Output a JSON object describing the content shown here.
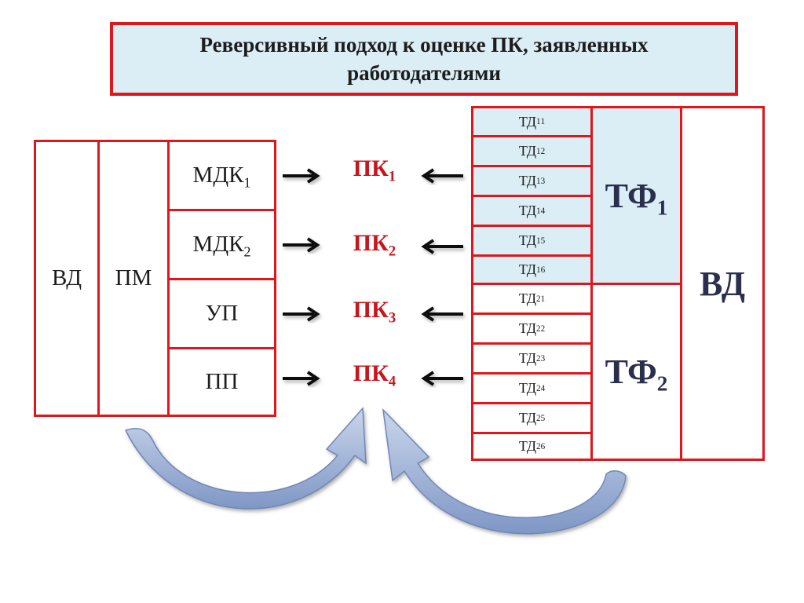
{
  "title": {
    "line1": "Реверсивный подход к оценке ПК, заявленных",
    "line2": "работодателями"
  },
  "left_table": {
    "vd": "ВД",
    "pm": "ПМ",
    "items": [
      {
        "base": "МДК",
        "sub": "1"
      },
      {
        "base": "МДК",
        "sub": "2"
      },
      {
        "base": "УП",
        "sub": ""
      },
      {
        "base": "ПП",
        "sub": ""
      }
    ]
  },
  "competencies": [
    {
      "base": "ПК",
      "sub": "1"
    },
    {
      "base": "ПК",
      "sub": "2"
    },
    {
      "base": "ПК",
      "sub": "3"
    },
    {
      "base": "ПК",
      "sub": "4"
    }
  ],
  "right_table": {
    "labor_actions": [
      {
        "base": "ТД",
        "sup": "1",
        "sub": "1"
      },
      {
        "base": "ТД",
        "sup": "1",
        "sub": "2"
      },
      {
        "base": "ТД",
        "sup": "1",
        "sub": "3"
      },
      {
        "base": "ТД",
        "sup": "1",
        "sub": "4"
      },
      {
        "base": "ТД",
        "sup": "1",
        "sub": "5"
      },
      {
        "base": "ТД",
        "sup": "1",
        "sub": "6"
      },
      {
        "base": "ТД",
        "sup": "2",
        "sub": "1"
      },
      {
        "base": "ТД",
        "sup": "2",
        "sub": "2"
      },
      {
        "base": "ТД",
        "sup": "2",
        "sub": "3"
      },
      {
        "base": "ТД",
        "sup": "2",
        "sub": "4"
      },
      {
        "base": "ТД",
        "sup": "2",
        "sub": "5"
      },
      {
        "base": "ТД",
        "sup": "2",
        "sub": "6"
      }
    ],
    "functions": [
      {
        "base": "ТФ",
        "sub": "1"
      },
      {
        "base": "ТФ",
        "sub": "2"
      }
    ],
    "vd": "ВД"
  },
  "colors": {
    "border": "#e0161b",
    "shade": "#dbeef5",
    "pk_text": "#c8161d",
    "curved_arrow": "#8fa6cf"
  },
  "icons": {
    "straight_arrows": "arrow-right-icon / arrow-left-icon",
    "curved_arrows": "curved-arrow-icon"
  }
}
